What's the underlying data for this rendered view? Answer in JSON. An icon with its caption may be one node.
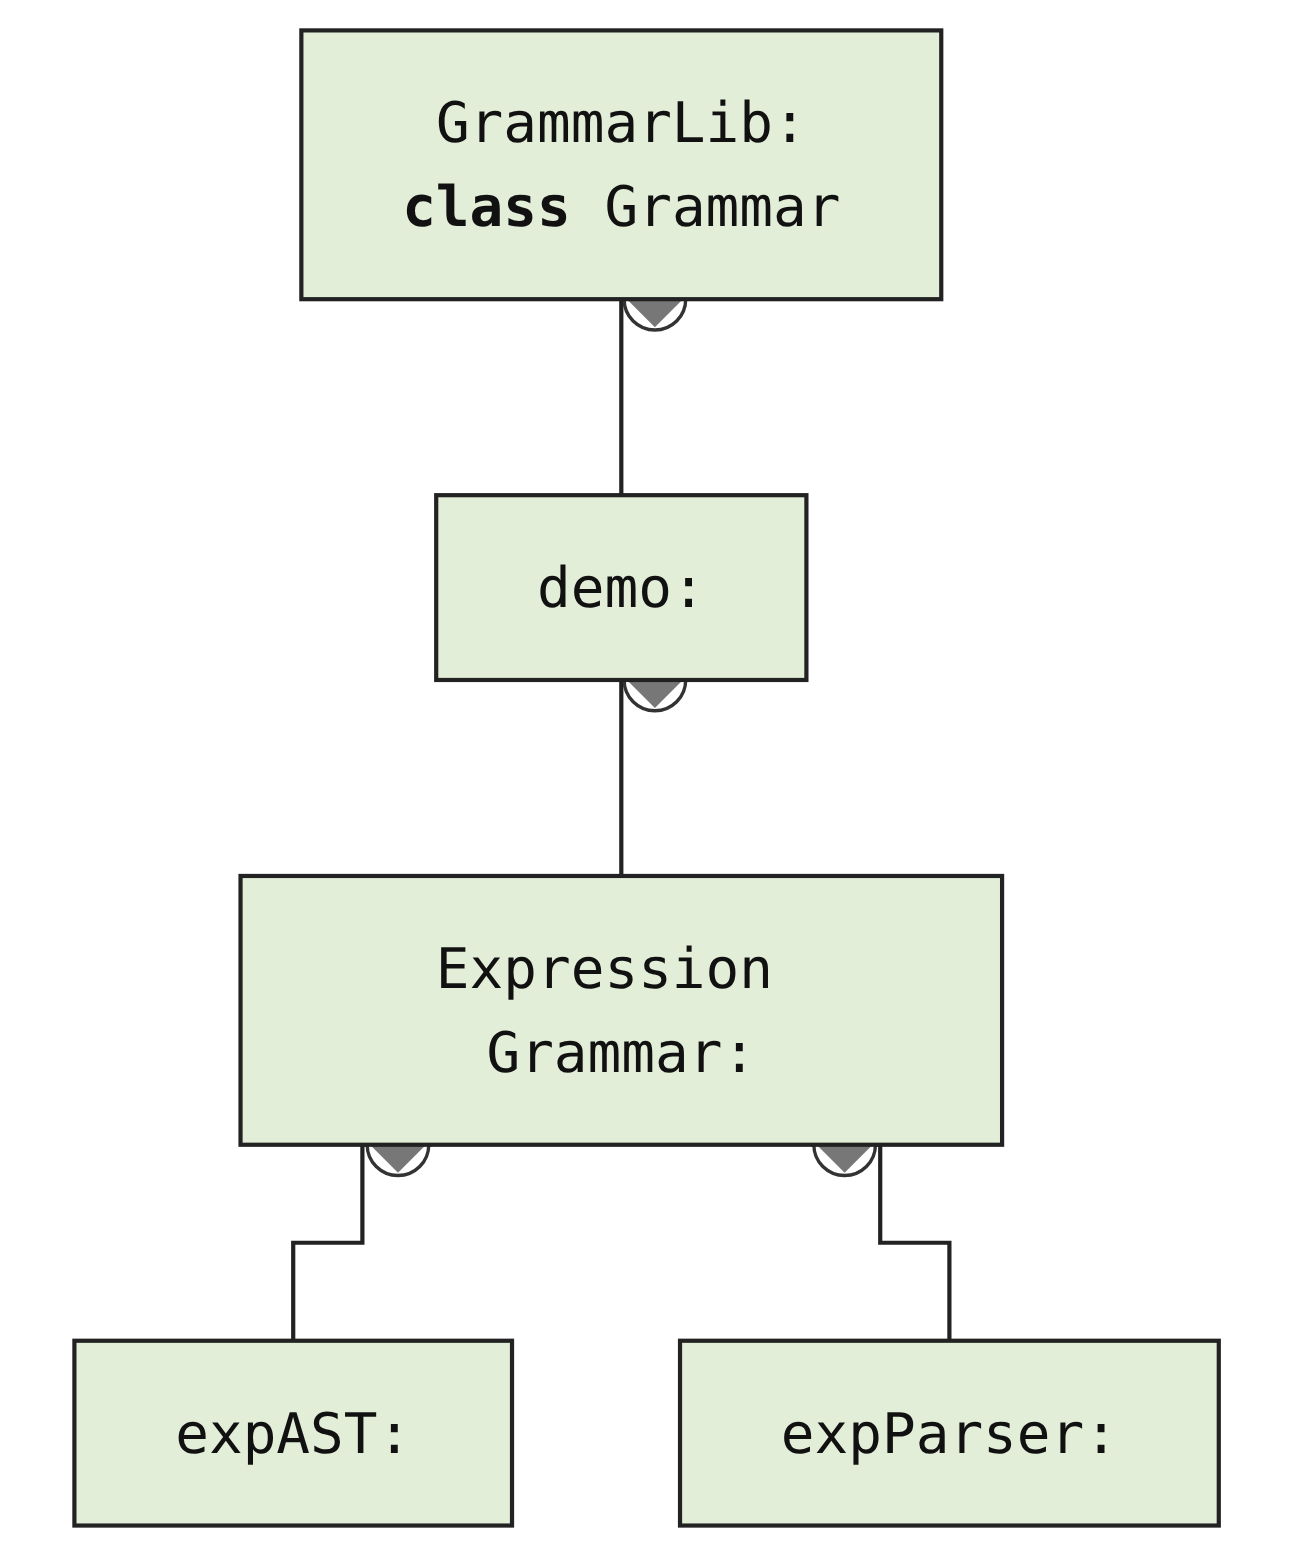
{
  "diagram": {
    "nodes": [
      {
        "text": [
          "GrammarLib:",
          "**class** Grammar"
        ]
      },
      {
        "text": [
          "demo:"
        ]
      },
      {
        "text": [
          "Expression Grammar:"
        ]
      },
      {
        "text": [
          "expAST:"
        ]
      },
      {
        "text": [
          "expParser:"
        ]
      }
    ],
    "edges": [
      {
        "from": 0,
        "to": 1,
        "arrow": "other"
      },
      {
        "from": 1,
        "to": 2,
        "arrow": "other"
      },
      {
        "from": 2,
        "to": 3,
        "arrow": "other"
      },
      {
        "from": 2,
        "to": 4,
        "arrow": "other"
      }
    ]
  }
}
